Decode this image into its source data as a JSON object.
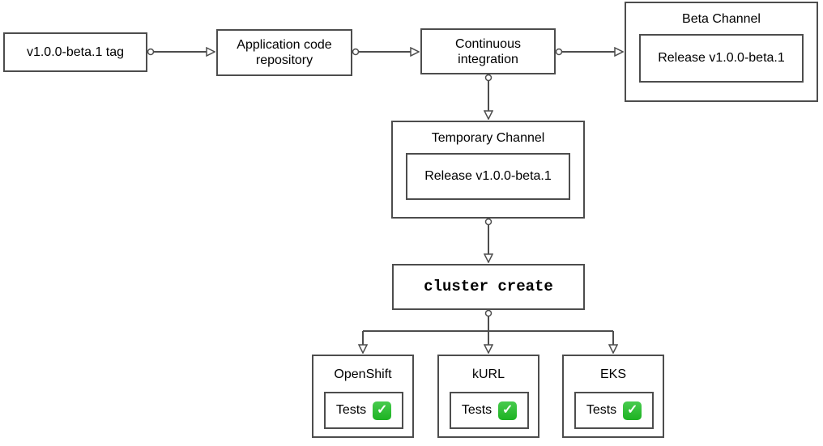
{
  "diagram": {
    "background_color": "#ffffff",
    "stroke_color": "#4d4d4d",
    "text_color": "#000000",
    "check_glyph": "✓",
    "check_green_top": "#48cb4e",
    "check_green_bottom": "#1db222",
    "nodes": {
      "tag": {
        "label": "v1.0.0-beta.1 tag"
      },
      "repo": {
        "label": "Application code repository"
      },
      "ci": {
        "label": "Continuous integration"
      },
      "beta_channel": {
        "title": "Beta Channel",
        "release_label": "Release v1.0.0-beta.1"
      },
      "temporary_channel": {
        "title": "Temporary Channel",
        "release_label": "Release v1.0.0-beta.1"
      },
      "cluster_create": {
        "label": "cluster create"
      },
      "clusters": [
        {
          "title": "OpenShift",
          "tests_label": "Tests",
          "status": "passed"
        },
        {
          "title": "kURL",
          "tests_label": "Tests",
          "status": "passed"
        },
        {
          "title": "EKS",
          "tests_label": "Tests",
          "status": "passed"
        }
      ]
    }
  }
}
